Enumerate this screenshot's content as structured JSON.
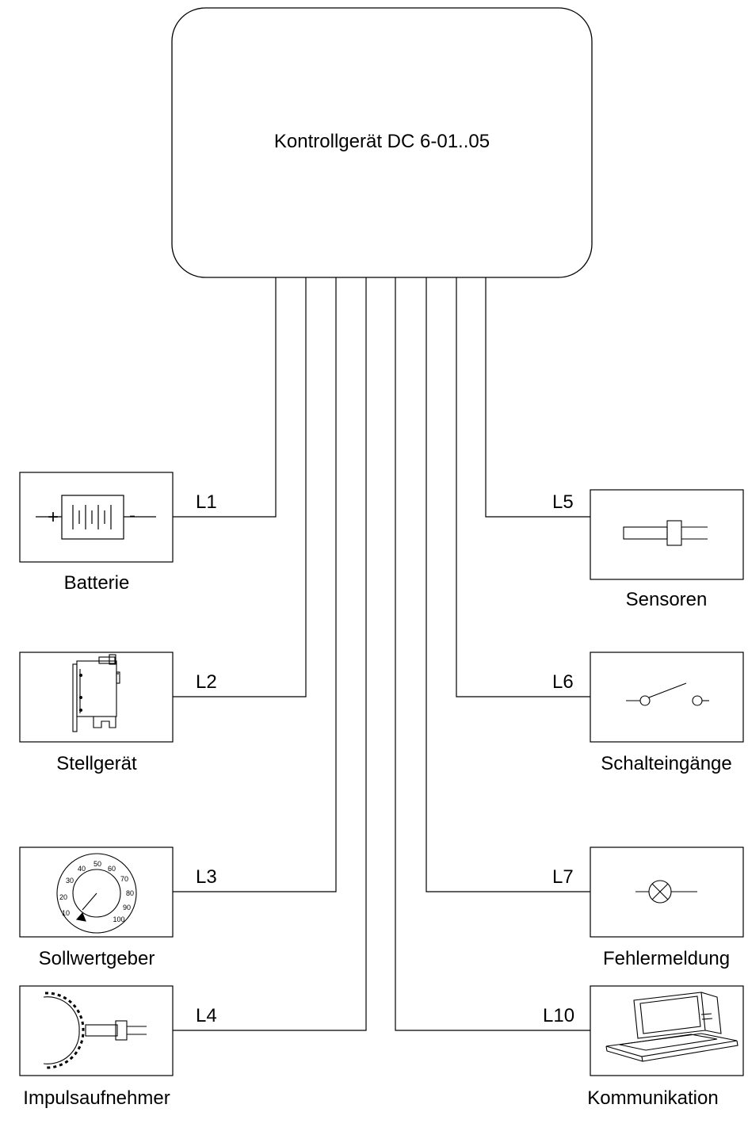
{
  "controller": {
    "title": "Kontrollgerät DC 6-01..05"
  },
  "lines": {
    "l1": "L1",
    "l2": "L2",
    "l3": "L3",
    "l4": "L4",
    "l5": "L5",
    "l6": "L6",
    "l7": "L7",
    "l10": "L10"
  },
  "components": {
    "battery": {
      "label": "Batterie",
      "plus": "+",
      "minus": "-"
    },
    "actuator": {
      "label": "Stellgerät"
    },
    "setpoint": {
      "label": "Sollwertgeber",
      "dial_ticks": [
        "10",
        "20",
        "30",
        "40",
        "50",
        "60",
        "70",
        "80",
        "90",
        "100"
      ]
    },
    "pickup": {
      "label": "Impulsaufnehmer"
    },
    "sensors": {
      "label": "Sensoren"
    },
    "switch_inputs": {
      "label": "Schalteingänge"
    },
    "error": {
      "label": "Fehlermeldung"
    },
    "communication": {
      "label": "Kommunikation"
    }
  }
}
